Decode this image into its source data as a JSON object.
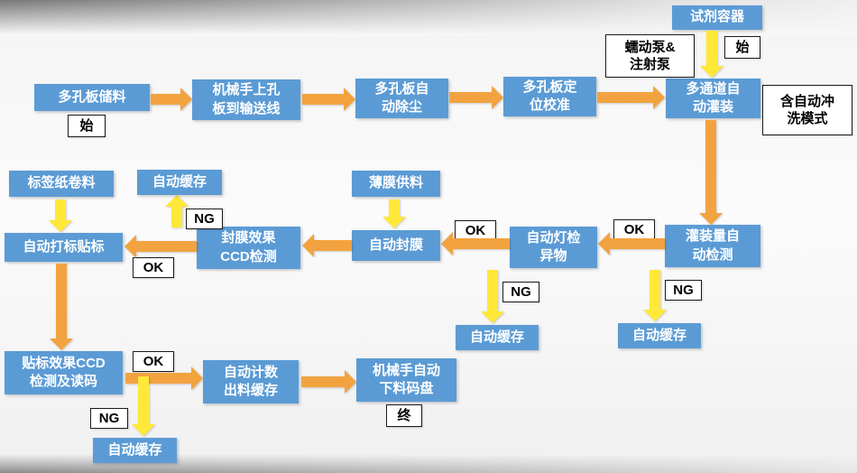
{
  "colors": {
    "accent_blue": "#5B9BD5",
    "arrow_orange": "#F2A340",
    "arrow_yellow": "#FFE838",
    "label_border": "#1a1a1a"
  },
  "nodes": {
    "plate_storage": "多孔板储料",
    "robot_load_plate": "机械手上孔\n板到输送线",
    "plate_dedust": "多孔板自\n动除尘",
    "plate_align": "多孔板定\n位校准",
    "multichannel_fill": "多通道自\n动灌装",
    "reagent_container": "试剂容器",
    "fill_volume_check": "灌装量自\n动检测",
    "light_inspect": "自动灯检\n异物",
    "auto_seal": "自动封膜",
    "film_supply": "薄膜供料",
    "seal_ccd_check": "封膜效果\nCCD检测",
    "auto_label": "自动打标贴标",
    "label_roll": "标签纸卷料",
    "label_ccd_check": "贴标效果CCD\n检测及读码",
    "count_out_buffer": "自动计数\n出料缓存",
    "robot_unload": "机械手自动\n下料码盘",
    "auto_buffer": "自动缓存"
  },
  "labels": {
    "start": "始",
    "end": "终",
    "ok": "OK",
    "ng": "NG",
    "pump": "蠕动泵&\n注射泵",
    "rinse_mode": "含自动冲\n洗模式"
  }
}
